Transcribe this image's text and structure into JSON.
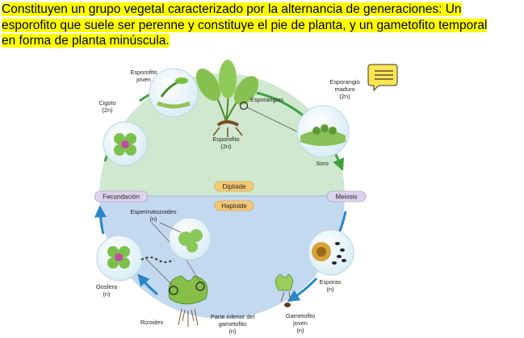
{
  "intro": {
    "line1": "Constituyen un grupo vegetal caracterizado por la alternancia de generaciones: Un",
    "line2": "esporofito que suele ser perenne y constituye el pie de planta, y un gametofito temporal",
    "line3": "en forma de planta minúscula."
  },
  "comment_icon": "speech-bubble-icon",
  "phases": {
    "diploid": "Diploide",
    "haploid": "Haploide",
    "fecundation": "Fecundación",
    "meiosis": "Meiosis"
  },
  "labels": {
    "sporophyte_young_1": "Esporofito",
    "sporophyte_young_2": "joven",
    "zygote_1": "Cigoto",
    "zygote_2": "(2n)",
    "sporangia": "Esporangios",
    "sporophyte_1": "Esporofito",
    "sporophyte_2": "(2n)",
    "sporangium_mature_1": "Esporangio",
    "sporangium_mature_2": "maduro",
    "sporangium_mature_3": "(2n)",
    "sorus": "Soro",
    "sperm_1": "Espermatozoides",
    "sperm_2": "(n)",
    "oosphere_1": "Oosfera",
    "oosphere_2": "(n)",
    "spores_1": "Esporas",
    "spores_2": "(n)",
    "gametophyte_young_1": "Gametofito",
    "gametophyte_young_2": "joven",
    "gametophyte_young_3": "(n)",
    "rhizoids": "Rizoides",
    "gametophyte_lower_1": "Parte inferior del",
    "gametophyte_lower_2": "gametofito",
    "gametophyte_lower_3": "(n)"
  },
  "colors": {
    "highlight": "#ffff00",
    "diploid_fill": "#cfe8cf",
    "haploid_fill": "#c3d9ef",
    "arrow_green": "#3fa23f",
    "arrow_blue": "#2a86c7",
    "pill_orange": "#f7c873",
    "pill_purple": "#ddd3ec"
  }
}
